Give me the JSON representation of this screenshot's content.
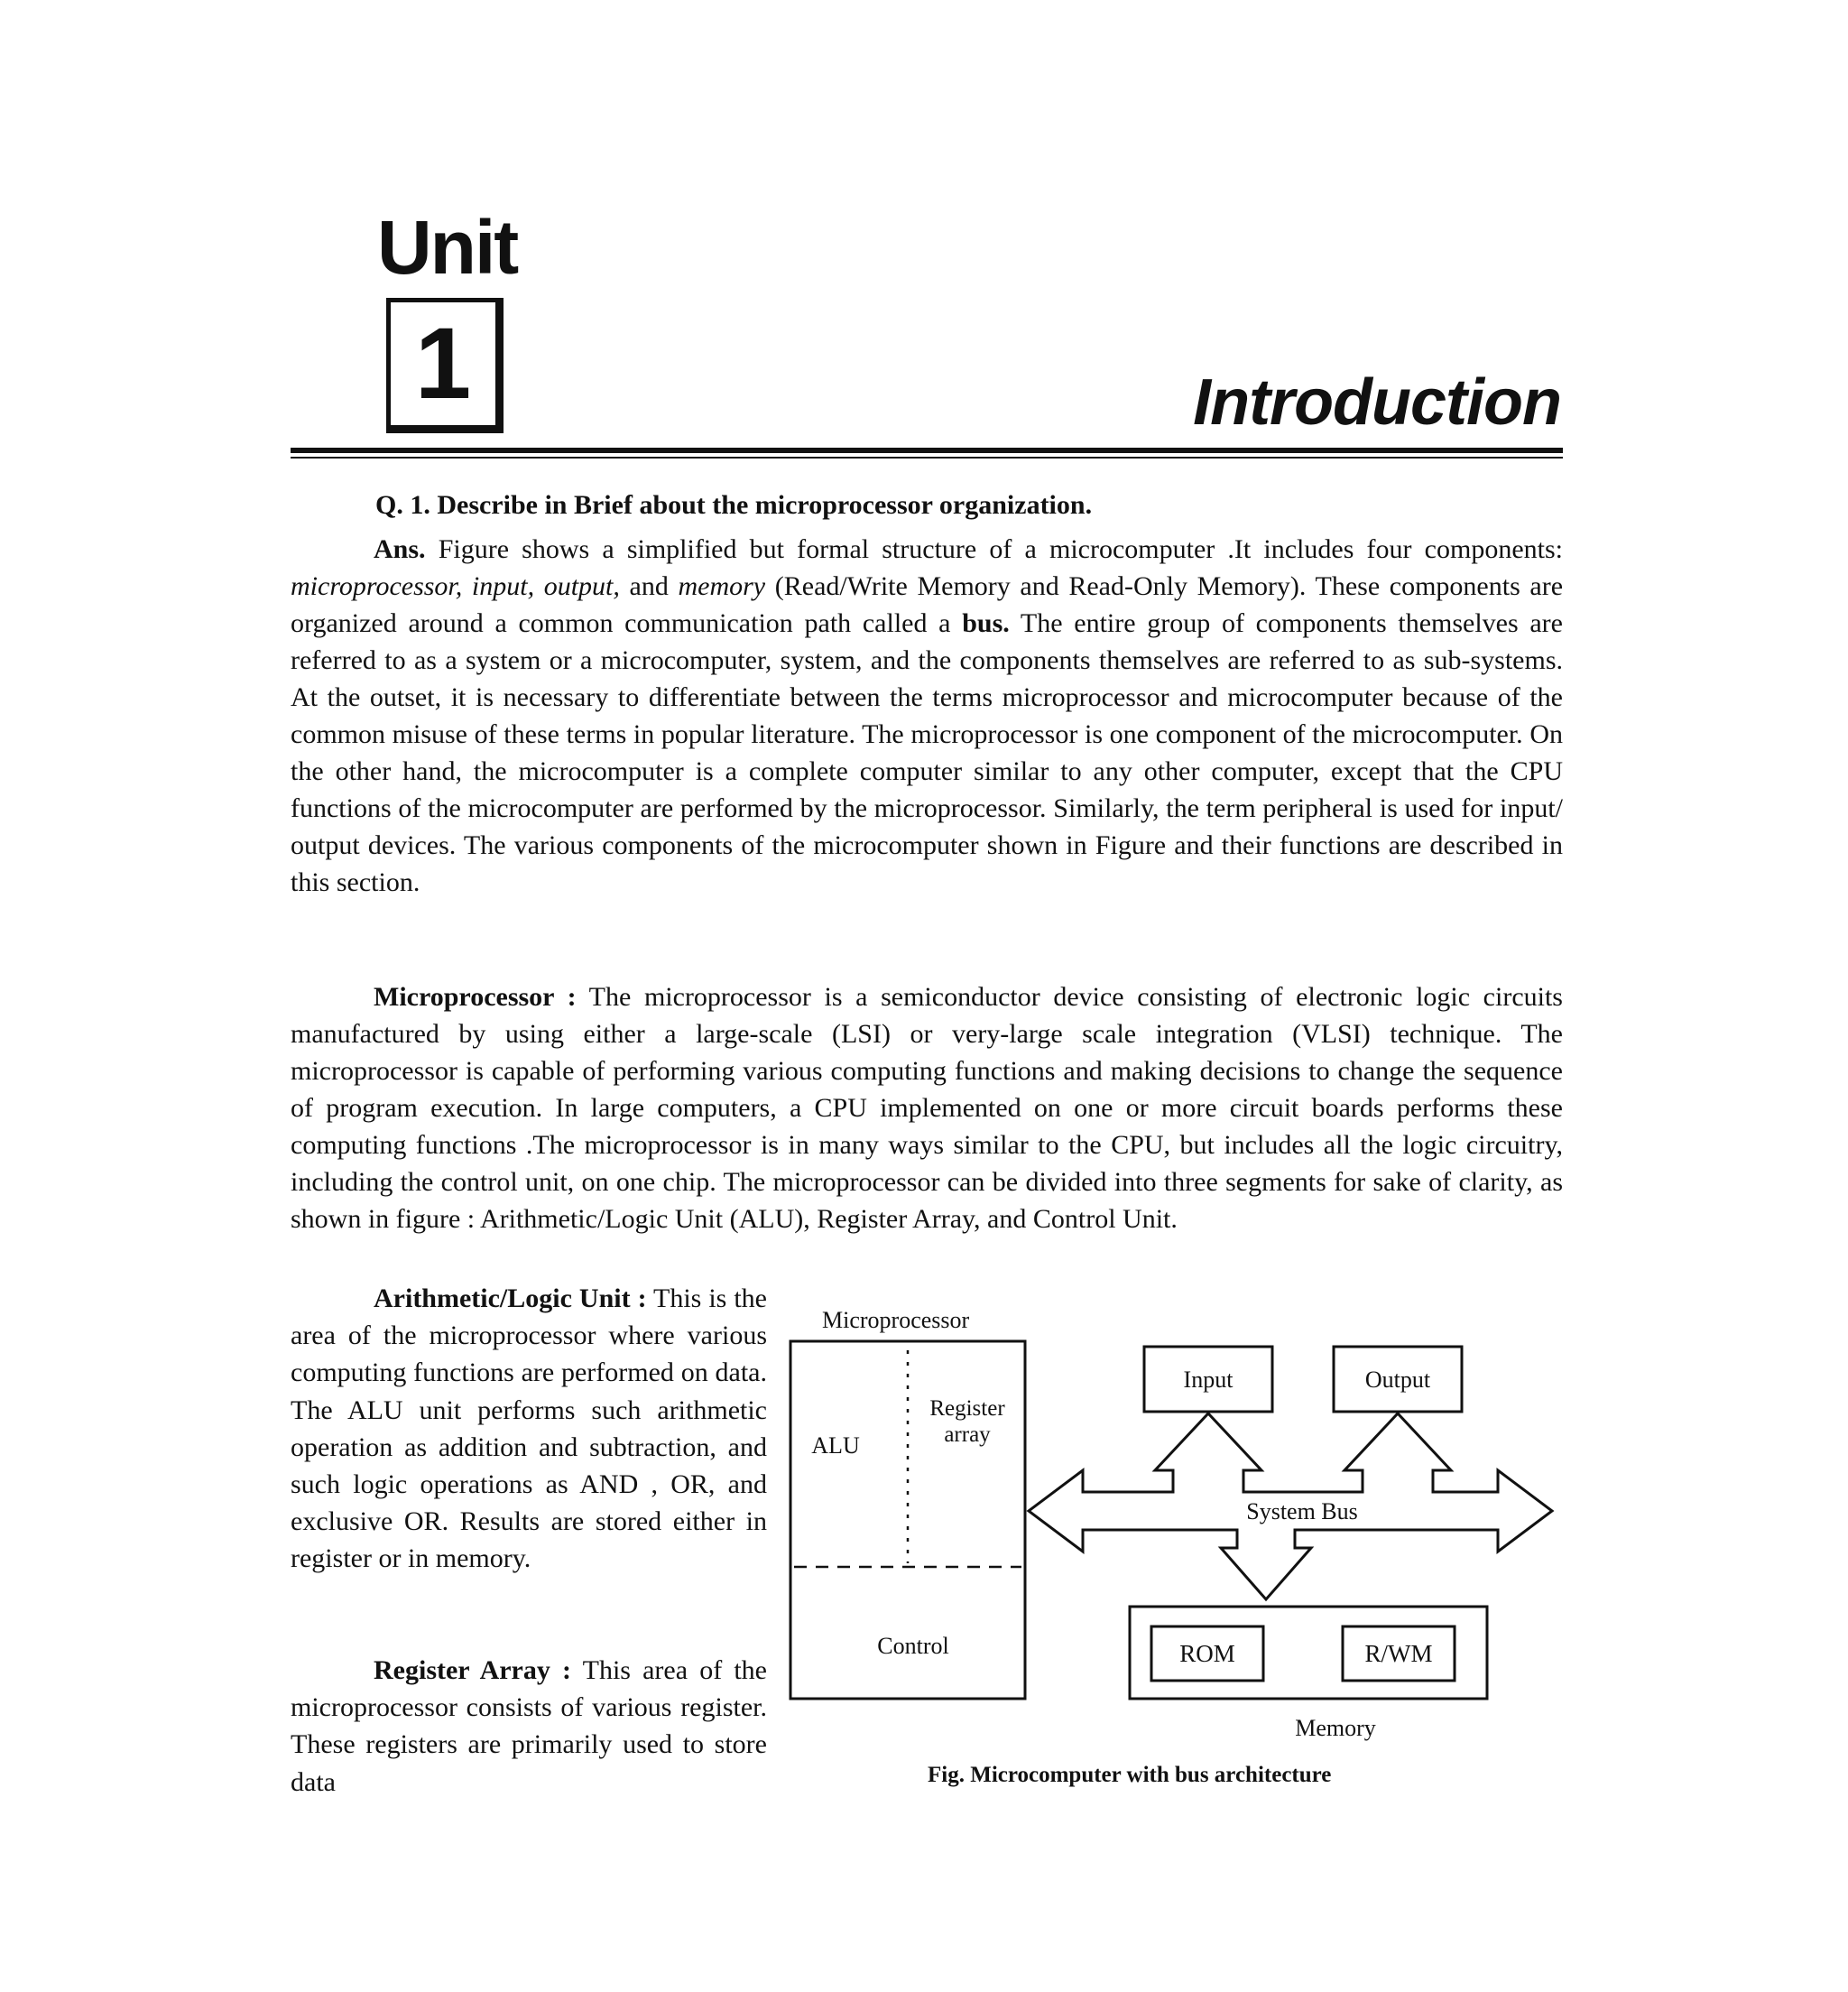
{
  "header": {
    "unit_word": "Unit",
    "unit_number": "1",
    "chapter_title": "Introduction"
  },
  "question": "Q. 1. Describe in Brief about the microprocessor organization.",
  "answer": {
    "label": "Ans.",
    "t1": " Figure shows a simplified but formal structure of a microcomputer .It includes four components: ",
    "c1": "microprocessor, input, output,",
    "t2": " and ",
    "c2": "memory",
    "t3": " (Read/Write Memory and Read-Only Memory). These components are organized around a common communication path called a ",
    "bus": "bus.",
    "t4": " The entire group of components themselves are referred to as a system or a microcomputer, system, and the components themselves are referred to as sub-systems. At the outset, it is necessary to differentiate between the terms microprocessor and microcomputer because of the common misuse of these terms in popular literature. The microprocessor is one component of the microcomputer. On the other hand, the microcomputer is a complete computer similar to any other computer, except that the CPU functions of the microcomputer are performed by the microprocessor. Similarly, the term peripheral is used for input/ output devices. The various components of the microcomputer shown in Figure and their functions are described in this section."
  },
  "microprocessor_para": {
    "heading": "Microprocessor :",
    "text": " The microprocessor is a semiconductor device consisting of electronic logic circuits manufactured by using either a large-scale (LSI) or very-large scale integration (VLSI) technique. The microprocessor is capable of performing various computing functions and making decisions to change the sequence of program execution. In large computers, a CPU implemented on one or more circuit boards performs these computing functions .The microprocessor is in many ways similar to the CPU, but includes all the logic circuitry, including the control unit, on one chip. The microprocessor can be divided into three segments for sake of clarity, as shown in figure : Arithmetic/Logic Unit (ALU), Register Array, and Control Unit."
  },
  "alu_para": {
    "heading": "Arithmetic/Logic Unit :",
    "text": " This is the area of the microprocessor where various computing functions are performed on data. The ALU unit performs such arithmetic operation as addition and subtraction, and such logic operations as AND , OR, and exclusive OR. Results are stored either in register or in memory."
  },
  "register_para": {
    "heading": "Register Array :",
    "text": " This area of the microprocessor consists of various register. These registers are primarily used to store data"
  },
  "figure": {
    "microprocessor_label": "Microprocessor",
    "alu": "ALU",
    "register_line1": "Register",
    "register_line2": "array",
    "control": "Control",
    "input": "Input",
    "output": "Output",
    "system_bus": "System Bus",
    "rom": "ROM",
    "rwm": "R/WM",
    "memory": "Memory",
    "caption": "Fig. Microcomputer with bus architecture"
  }
}
